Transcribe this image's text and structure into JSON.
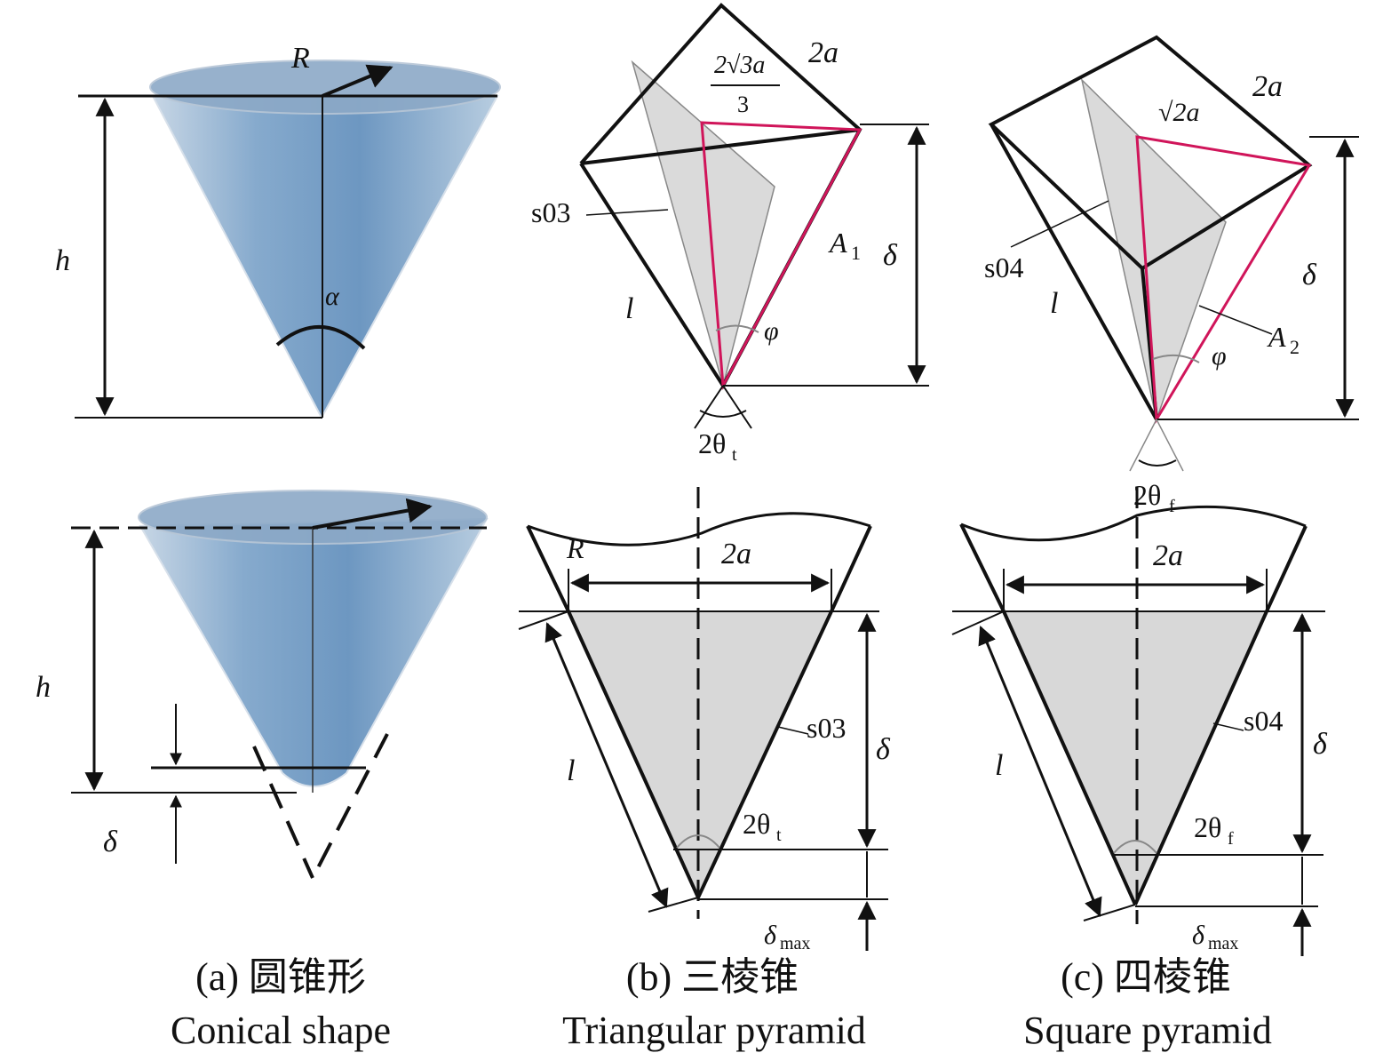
{
  "colors": {
    "cone_blue": "#6f9ac4",
    "cone_edge": "#c9d6e3",
    "face_gray": "#d6d6d6",
    "edge_red": "#d0155a",
    "ink": "#111111"
  },
  "labels": {
    "R": "R",
    "h": "h",
    "alpha": "α",
    "delta": "δ",
    "two_a": "2a",
    "two_root3_a_num": "2√3a",
    "three": "3",
    "root2_a": "√2a",
    "s03": "s03",
    "s04": "s04",
    "l": "l",
    "A1": "A",
    "A1_sub": "1",
    "A2": "A",
    "A2_sub": "2",
    "phi": "φ",
    "two_theta": "2θ",
    "sub_t": "t",
    "sub_f": "f",
    "delta_max": "δ",
    "max_sub": "max"
  },
  "captions": {
    "a_cn": "(a) 圆锥形",
    "a_en": "Conical shape",
    "b_cn": "(b) 三棱锥",
    "b_en": "Triangular pyramid",
    "c_cn": "(c) 四棱锥",
    "c_en": "Square pyramid"
  }
}
